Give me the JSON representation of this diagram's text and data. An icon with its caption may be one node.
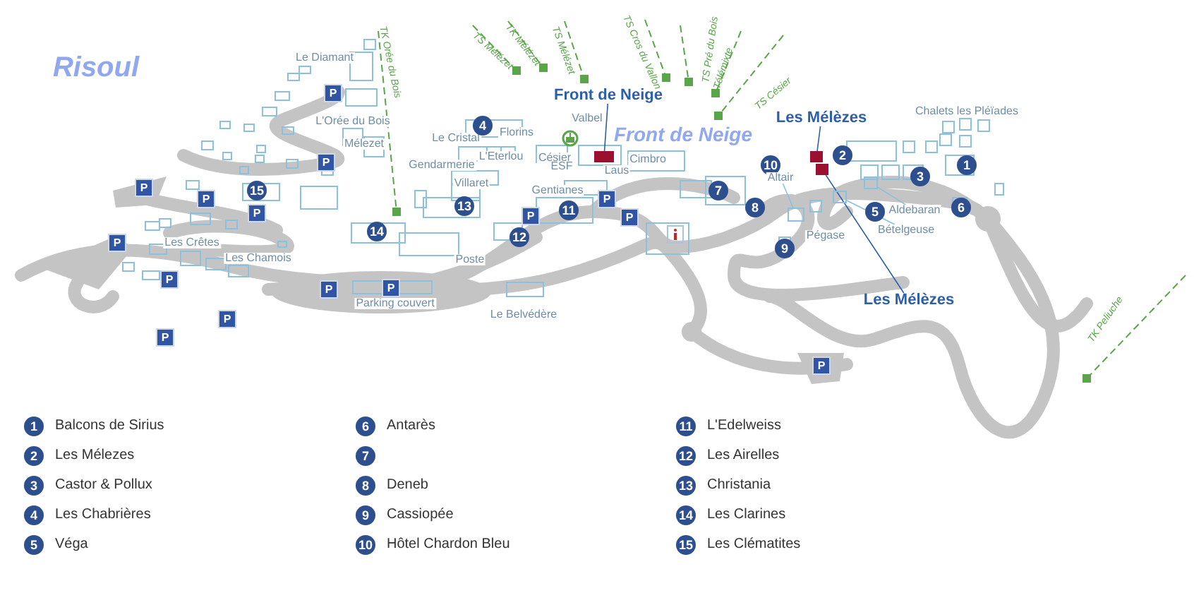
{
  "diagram": {
    "nodes": [
      {
        "text": [
          "Front de Neige"
        ]
      },
      {
        "text": [],
        "shape": "box"
      },
      {
        "text": [
          "Les Mélèzes"
        ]
      },
      {
        "text": [],
        "shape": "box"
      },
      {
        "text": [
          "Les Mélèzes"
        ]
      },
      {
        "text": [],
        "shape": "box"
      },
      {
        "text": [
          "Altair"
        ]
      },
      {
        "text": [],
        "shape": "box"
      },
      {
        "text": [
          "Aldebaran"
        ]
      },
      {
        "text": [],
        "shape": "box"
      },
      {
        "text": [
          "Bételgeuse"
        ]
      },
      {
        "text": [],
        "shape": "box"
      }
    ],
    "edges": [
      {
        "from": 0,
        "to": 1,
        "arrow": "none"
      },
      {
        "from": 2,
        "to": 3,
        "arrow": "none"
      },
      {
        "from": 4,
        "to": 5,
        "arrow": "none"
      },
      {
        "from": 6,
        "to": 7,
        "arrow": "none",
        "color": "#8cc0dd"
      },
      {
        "from": 8,
        "to": 9,
        "arrow": "none",
        "color": "#8cc0dd"
      },
      {
        "from": 10,
        "to": 11,
        "arrow": "none",
        "color": "#8cc0dd"
      }
    ],
    "labels": [
      "Risoul",
      "TK Orée du Bois",
      "TS Mélézet",
      "TK Mélézet",
      "TS Mélézet",
      "TS Cros du Vallon",
      "TS Pré du Bois",
      "Télémixte",
      "TS Césier",
      "TK Peliuche",
      "Le Diamant",
      "Chalets les Pléïades",
      "L'Orée du Bois",
      "Le Cristal",
      "Florins",
      "Valbel",
      "Front de Neige",
      "Mélezet",
      "L'Eterlou",
      "Césier",
      "Cimbro",
      "Gendarmerie",
      "ESF",
      "Laus",
      "Villaret",
      "Gentianes",
      "Pégase",
      "Les Crêtes",
      "Les Chamois",
      "Poste",
      "Parking couvert",
      "Le Belvédère",
      "4",
      "10",
      "2",
      "1",
      "3",
      "15",
      "7",
      "13",
      "11",
      "8",
      "5",
      "6",
      "14",
      "12",
      "9",
      "P",
      "P",
      "P",
      "P",
      "P",
      "P",
      "P",
      "P",
      "P",
      "P",
      "P",
      "P",
      "P",
      "P",
      "P",
      "1",
      "Balcons de Sirius",
      "6",
      "Antarès",
      "11",
      "L'Edelweiss",
      "2",
      "Les Mélezes",
      "7",
      "12",
      "Les Airelles",
      "3",
      "Castor & Pollux",
      "8",
      "Deneb",
      "13",
      "Christania",
      "4",
      "Les Chabrières",
      "9",
      "Cassiopée",
      "14",
      "Les Clarines",
      "5",
      "Véga",
      "10",
      "Hôtel Chardon Bleu",
      "15",
      "Les Clématites"
    ]
  }
}
